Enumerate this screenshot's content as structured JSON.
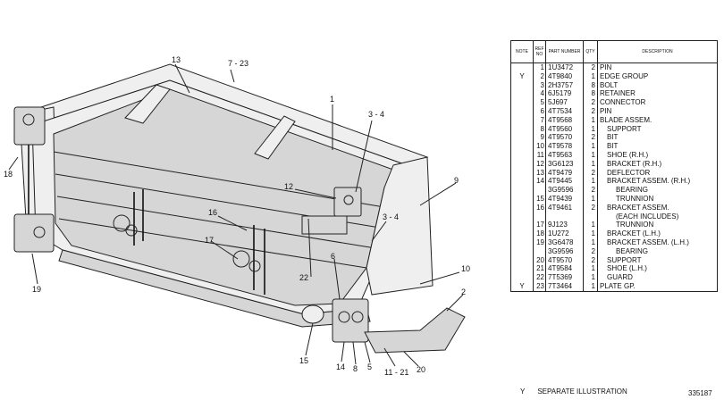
{
  "callouts": {
    "c1": "1",
    "c2": "2",
    "c3_4a": "3 - 4",
    "c3_4b": "3 - 4",
    "c5": "5",
    "c6": "6",
    "c7_23": "7 - 23",
    "c8": "8",
    "c9": "9",
    "c10": "10",
    "c11_21": "11 - 21",
    "c12": "12",
    "c13": "13",
    "c14": "14",
    "c15": "15",
    "c16": "16",
    "c17": "17",
    "c18": "18",
    "c19": "19",
    "c20": "20",
    "c22": "22"
  },
  "table": {
    "headers": {
      "note": "NOTE",
      "ref_no": "REF NO",
      "part_number": "PART NUMBER",
      "qty": "QTY",
      "description": "DESCRIPTION"
    },
    "rows": [
      {
        "note": "",
        "ref": "1",
        "part": "1U3472",
        "qty": "2",
        "desc": "PIN"
      },
      {
        "note": "Y",
        "ref": "2",
        "part": "4T9840",
        "qty": "1",
        "desc": "EDGE GROUP"
      },
      {
        "note": "",
        "ref": "3",
        "part": "2H3757",
        "qty": "8",
        "desc": "BOLT"
      },
      {
        "note": "",
        "ref": "4",
        "part": "6J5179",
        "qty": "8",
        "desc": "RETAINER"
      },
      {
        "note": "",
        "ref": "5",
        "part": "5J697",
        "qty": "2",
        "desc": "CONNECTOR"
      },
      {
        "note": "",
        "ref": "6",
        "part": "4T7534",
        "qty": "2",
        "desc": "PIN"
      },
      {
        "note": "",
        "ref": "7",
        "part": "4T9568",
        "qty": "1",
        "desc": "BLADE ASSEM."
      },
      {
        "note": "",
        "ref": "8",
        "part": "4T9560",
        "qty": "1",
        "desc": "SUPPORT"
      },
      {
        "note": "",
        "ref": "9",
        "part": "4T9570",
        "qty": "2",
        "desc": "BIT"
      },
      {
        "note": "",
        "ref": "10",
        "part": "4T9578",
        "qty": "1",
        "desc": "BIT"
      },
      {
        "note": "",
        "ref": "11",
        "part": "4T9563",
        "qty": "1",
        "desc": "SHOE (R.H.)"
      },
      {
        "note": "",
        "ref": "12",
        "part": "3G6123",
        "qty": "1",
        "desc": "BRACKET (R.H.)"
      },
      {
        "note": "",
        "ref": "13",
        "part": "4T9479",
        "qty": "2",
        "desc": "DEFLECTOR"
      },
      {
        "note": "",
        "ref": "14",
        "part": "4T9445",
        "qty": "1",
        "desc": "BRACKET ASSEM. (R.H.)"
      },
      {
        "note": "",
        "ref": "",
        "part": "3G9596",
        "qty": "2",
        "desc": "BEARING"
      },
      {
        "note": "",
        "ref": "15",
        "part": "4T9439",
        "qty": "1",
        "desc": "TRUNNION"
      },
      {
        "note": "",
        "ref": "16",
        "part": "4T9461",
        "qty": "2",
        "desc": "BRACKET ASSEM."
      },
      {
        "note": "",
        "ref": "",
        "part": "",
        "qty": "",
        "desc": "(EACH INCLUDES)"
      },
      {
        "note": "",
        "ref": "17",
        "part": "9J123",
        "qty": "1",
        "desc": "TRUNNION"
      },
      {
        "note": "",
        "ref": "18",
        "part": "1U272",
        "qty": "1",
        "desc": "BRACKET (L.H.)"
      },
      {
        "note": "",
        "ref": "19",
        "part": "3G6478",
        "qty": "1",
        "desc": "BRACKET ASSEM. (L.H.)"
      },
      {
        "note": "",
        "ref": "",
        "part": "3G9596",
        "qty": "2",
        "desc": "BEARING"
      },
      {
        "note": "",
        "ref": "20",
        "part": "4T9570",
        "qty": "2",
        "desc": "SUPPORT"
      },
      {
        "note": "",
        "ref": "21",
        "part": "4T9584",
        "qty": "1",
        "desc": "SHOE (L.H.)"
      },
      {
        "note": "",
        "ref": "22",
        "part": "7T5369",
        "qty": "1",
        "desc": "GUARD"
      },
      {
        "note": "Y",
        "ref": "23",
        "part": "7T3464",
        "qty": "1",
        "desc": "PLATE GP."
      }
    ]
  },
  "footnote": {
    "mark": "Y",
    "text": "SEPARATE ILLUSTRATION"
  },
  "illustration_number": "335187"
}
